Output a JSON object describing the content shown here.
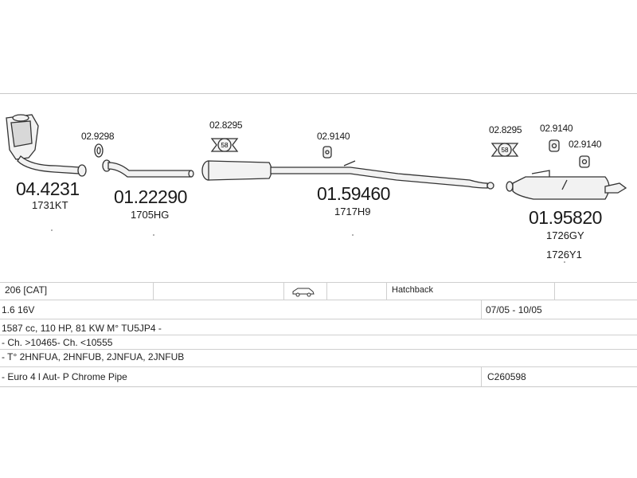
{
  "parts": [
    {
      "id": "catalyst",
      "code": "04.4231",
      "ref": "1731KT"
    },
    {
      "id": "clamp1",
      "code": "02.9298"
    },
    {
      "id": "front-pipe",
      "code": "01.22290",
      "ref": "1705HG"
    },
    {
      "id": "gasket1",
      "code": "02.8295"
    },
    {
      "id": "hanger1",
      "code": "02.9140"
    },
    {
      "id": "middle-silencer",
      "code": "01.59460",
      "ref": "1717H9"
    },
    {
      "id": "gasket2",
      "code": "02.8295"
    },
    {
      "id": "hanger2",
      "code": "02.9140"
    },
    {
      "id": "hanger3",
      "code": "02.9140"
    },
    {
      "id": "rear-silencer",
      "code": "01.95820",
      "ref": "1726GY",
      "ref2": "1726Y1"
    }
  ],
  "gasket_badge": "58",
  "icons": {
    "car": "car-icon"
  },
  "table": {
    "model": "206  [CAT]",
    "body": "Hatchback",
    "engine": "1.6 16V",
    "period": "07/05 - 10/05",
    "specs": "1587 cc, 110 HP, 81 KW M° TU5JP4 -",
    "chassis": "- Ch. >10465- Ch. <10555",
    "types": "- T° 2HNFUA, 2HNFUB, 2JNFUA, 2JNFUB",
    "notes": "- Euro 4  l Aut-  P Chrome Pipe",
    "code": "C260598"
  }
}
